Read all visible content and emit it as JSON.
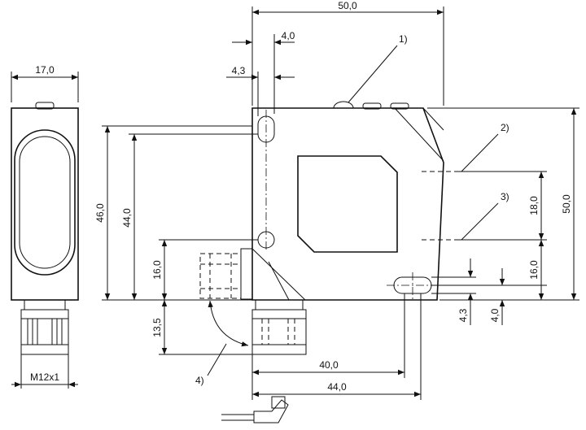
{
  "dimensions": {
    "width_top": "50,0",
    "hole_offset": "4,0",
    "hole_width": "4,3",
    "side_width": "17,0",
    "height_left_outer": "46,0",
    "height_left_inner": "44,0",
    "connector_height": "16,0",
    "connector_drop": "13,5",
    "height_right": "50,0",
    "window_height": "18,0",
    "lower_offset": "16,0",
    "slot_width": "4,3",
    "slot_height": "4,0",
    "bottom_inner": "40,0",
    "bottom_outer": "44,0",
    "thread": "M12x1"
  },
  "callouts": {
    "c1": "1)",
    "c2": "2)",
    "c3": "3)",
    "c4": "4)"
  }
}
